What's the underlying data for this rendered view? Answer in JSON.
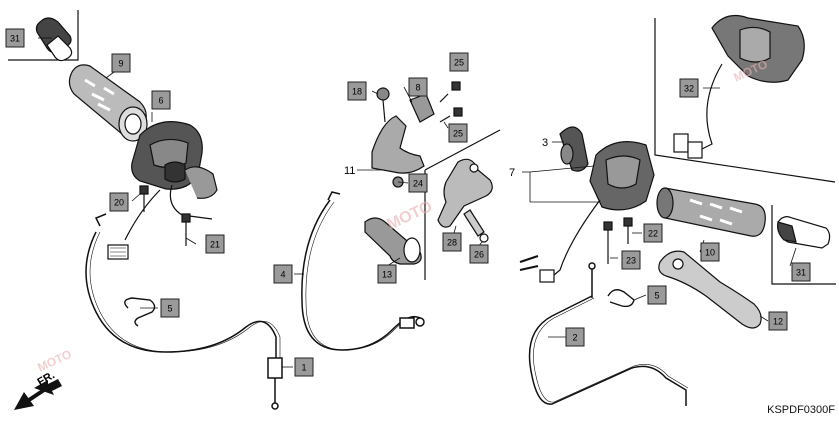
{
  "diagram": {
    "code": "KSPDF0300F",
    "direction_label": "FR.",
    "parts": [
      {
        "id": "p31a",
        "number": "31"
      },
      {
        "id": "p9",
        "number": "9"
      },
      {
        "id": "p6",
        "number": "6"
      },
      {
        "id": "p20",
        "number": "20"
      },
      {
        "id": "p21",
        "number": "21"
      },
      {
        "id": "p5a",
        "number": "5"
      },
      {
        "id": "p1",
        "number": "1"
      },
      {
        "id": "p4",
        "number": "4"
      },
      {
        "id": "p18",
        "number": "18"
      },
      {
        "id": "p8",
        "number": "8"
      },
      {
        "id": "p25a",
        "number": "25"
      },
      {
        "id": "p25b",
        "number": "25"
      },
      {
        "id": "p24",
        "number": "24"
      },
      {
        "id": "p28",
        "number": "28"
      },
      {
        "id": "p26",
        "number": "26"
      },
      {
        "id": "p13",
        "number": "13"
      },
      {
        "id": "p32",
        "number": "32"
      },
      {
        "id": "p22",
        "number": "22"
      },
      {
        "id": "p10",
        "number": "10"
      },
      {
        "id": "p23",
        "number": "23"
      },
      {
        "id": "p31b",
        "number": "31"
      },
      {
        "id": "p5b",
        "number": "5"
      },
      {
        "id": "p12",
        "number": "12"
      },
      {
        "id": "p2",
        "number": "2"
      }
    ],
    "plain_labels": [
      {
        "id": "l11",
        "number": "11"
      },
      {
        "id": "l3",
        "number": "3"
      },
      {
        "id": "l7",
        "number": "7"
      }
    ],
    "watermark": "MOTO"
  }
}
